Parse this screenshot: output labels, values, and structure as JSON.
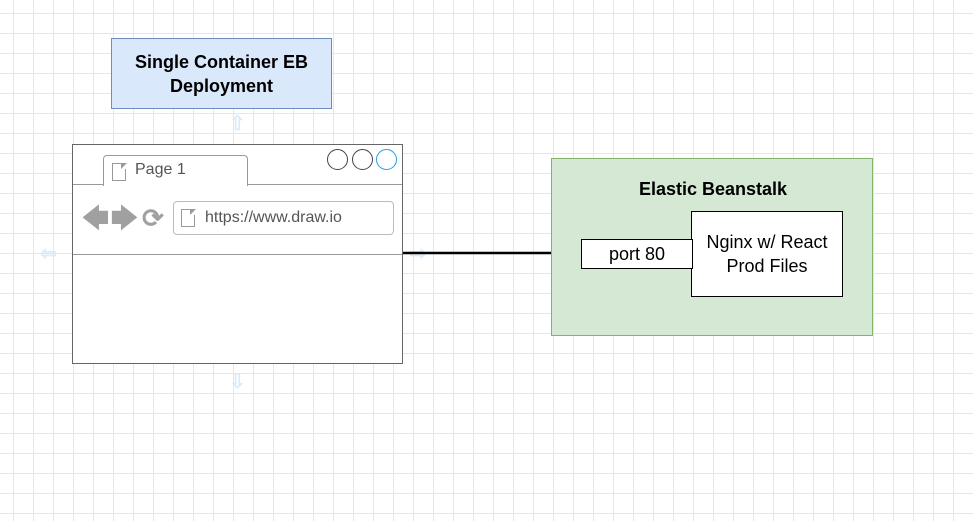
{
  "title_box": {
    "text": "Single Container EB Deployment"
  },
  "browser": {
    "tab_label": "Page 1",
    "url": "https://www.draw.io",
    "nav_icons": {
      "back": "back-arrow-icon",
      "forward": "forward-arrow-icon",
      "reload": "reload-icon"
    }
  },
  "elastic_beanstalk": {
    "title": "Elastic Beanstalk",
    "port_label": "port 80",
    "nginx_label": "Nginx w/ React Prod Files"
  },
  "colors": {
    "title_fill": "#dae8fc",
    "title_stroke": "#6c8ebf",
    "eb_fill": "#d5e8d4",
    "eb_stroke": "#82b366",
    "hint_arrow": "#d9ecfa",
    "selected_button": "#1ba1e2"
  }
}
